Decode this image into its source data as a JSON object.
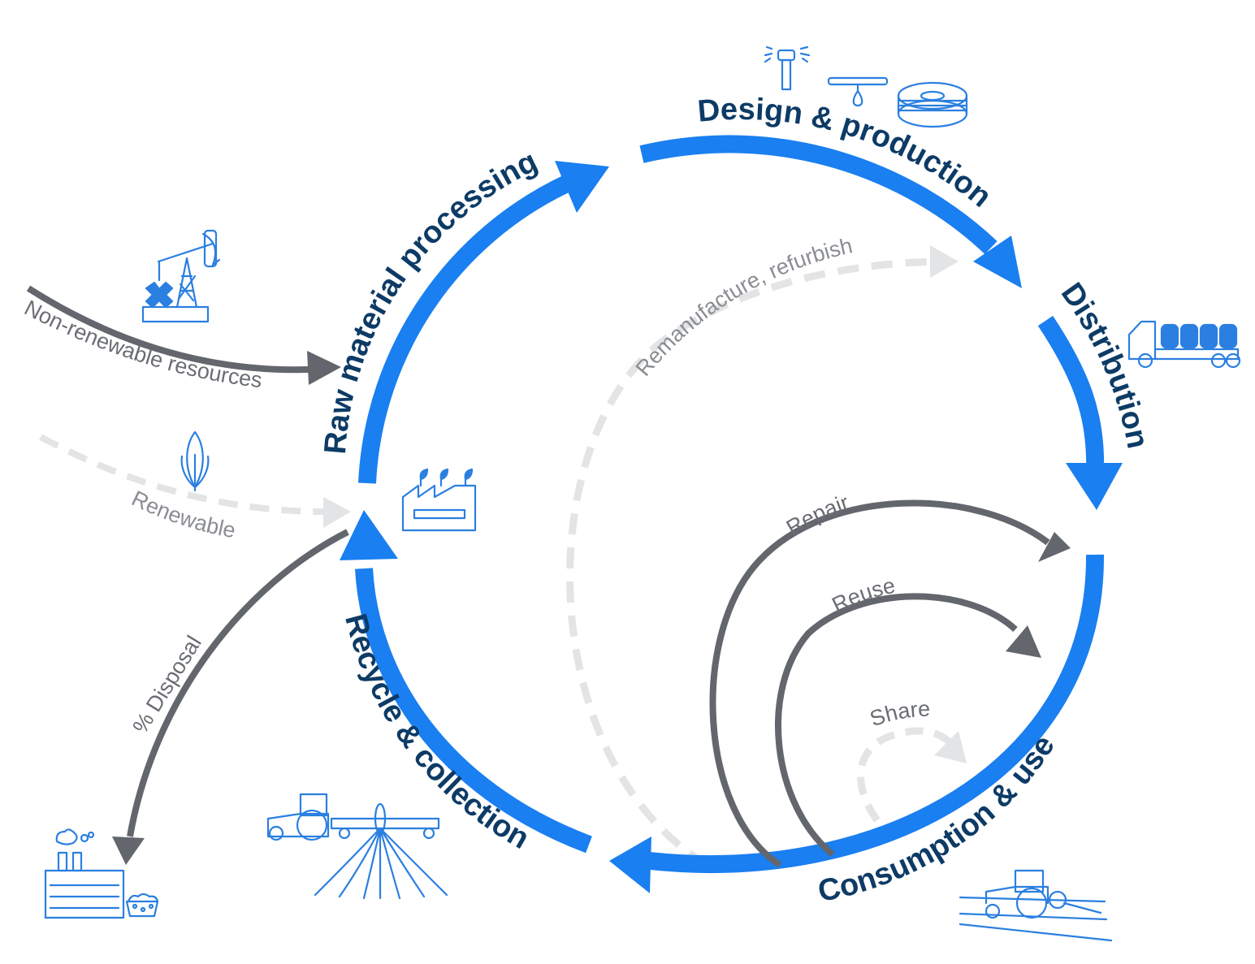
{
  "stages": {
    "raw_material": "Raw material processing",
    "design": "Design & production",
    "distribution": "Distribution",
    "consumption": "Consumption & use",
    "recycle": "Recycle & collection"
  },
  "flows": {
    "non_renewable": "Non-renewable resources",
    "renewable": "Renewable",
    "remanufacture": "Remanufacture, refurbish",
    "repair": "Repair",
    "reuse": "Reuse",
    "share": "Share",
    "disposal": "% Disposal"
  },
  "colors": {
    "main_cycle": "#1a7ff0",
    "stage_text": "#0d3b66",
    "loop_dark": "#63666c",
    "loop_light": "#e3e4e6",
    "icons": "#2b7fe0"
  },
  "icons": [
    "pumpjack-icon",
    "plant-leaf-icon",
    "factory-icon",
    "sprinkler-icon",
    "drip-emitter-icon",
    "filament-spool-icon",
    "truck-icon",
    "tractor-harvest-icon",
    "tractor-sprayer-icon",
    "incinerator-icon",
    "waste-bin-icon"
  ]
}
